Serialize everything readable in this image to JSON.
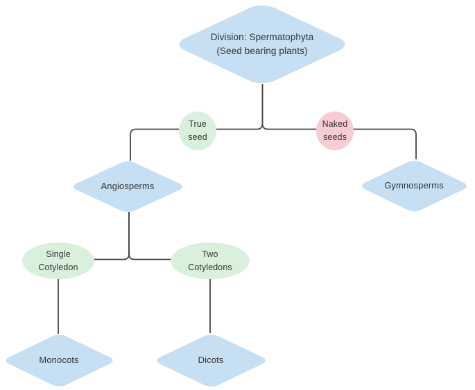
{
  "diagram": {
    "type": "flowchart",
    "background": "#ffffff",
    "colors": {
      "node_blue": "#c7dff2",
      "node_green": "#d9f1dc",
      "node_pink": "#f8ccd3",
      "line": "#454545",
      "text": "#333333"
    },
    "nodes": {
      "root": {
        "shape": "diamond",
        "color": "#c7dff2",
        "line1": "Division: Spermatophyta",
        "line2": "(Seed bearing plants)"
      },
      "true_seed": {
        "shape": "ellipse",
        "color": "#d9f1dc",
        "line1": "True",
        "line2": "seed"
      },
      "naked_seeds": {
        "shape": "ellipse",
        "color": "#f8ccd3",
        "line1": "Naked",
        "line2": "seeds"
      },
      "angiosperms": {
        "shape": "diamond",
        "color": "#c7dff2",
        "label": "Angiosperms"
      },
      "gymnosperms": {
        "shape": "diamond",
        "color": "#c7dff2",
        "label": "Gymnosperms"
      },
      "single_cotyledon": {
        "shape": "ellipse",
        "color": "#d9f1dc",
        "line1": "Single",
        "line2": "Cotyledon"
      },
      "two_cotyledons": {
        "shape": "ellipse",
        "color": "#d9f1dc",
        "line1": "Two",
        "line2": "Cotyledons"
      },
      "monocots": {
        "shape": "diamond",
        "color": "#c7dff2",
        "label": "Monocots"
      },
      "dicots": {
        "shape": "diamond",
        "color": "#c7dff2",
        "label": "Dicots"
      }
    },
    "edges": [
      {
        "from": "root",
        "via": "true_seed",
        "to": "angiosperms"
      },
      {
        "from": "root",
        "via": "naked_seeds",
        "to": "gymnosperms"
      },
      {
        "from": "angiosperms",
        "via": "single_cotyledon",
        "to": "monocots"
      },
      {
        "from": "angiosperms",
        "via": "two_cotyledons",
        "to": "dicots"
      }
    ]
  }
}
